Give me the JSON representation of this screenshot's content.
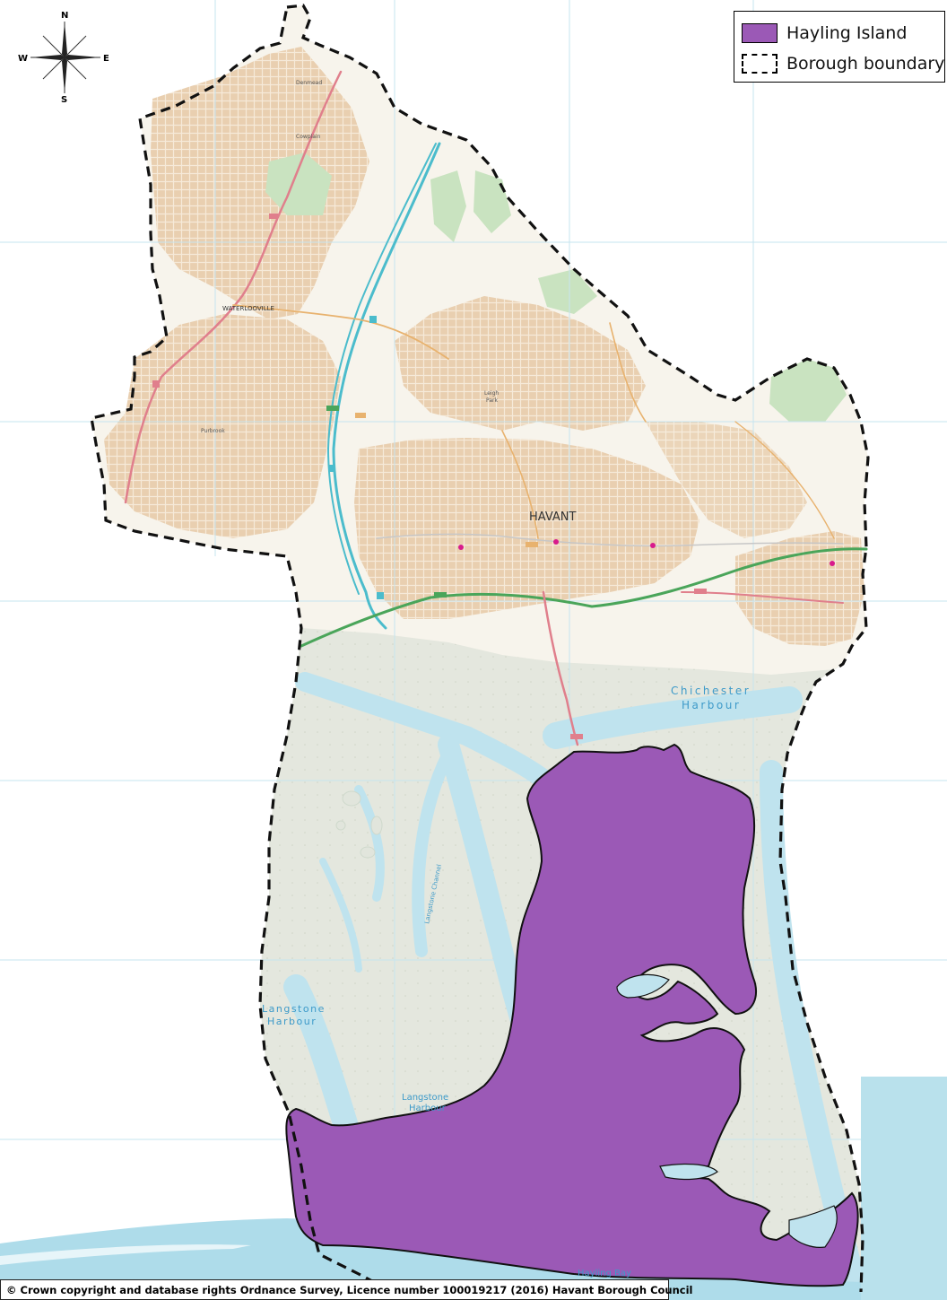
{
  "legend": {
    "items": [
      {
        "label": "Hayling Island",
        "swatch": "fill",
        "color": "#9b59b6"
      },
      {
        "label": "Borough boundary",
        "swatch": "dash",
        "color": "#000000"
      }
    ]
  },
  "compass": {
    "n": "N",
    "s": "S",
    "e": "E",
    "w": "W"
  },
  "places": {
    "havant": "HAVANT",
    "waterlooville": "WATERLOOVILLE",
    "chichester_harbour_1": "Chichester",
    "chichester_harbour_2": "Harbour",
    "langstone_harbour_west_1": "Langstone",
    "langstone_harbour_west_2": "Harbour",
    "langstone_harbour_inner_1": "Langstone",
    "langstone_harbour_inner_2": "Harbour",
    "hayling_bay": "Hayling Bay",
    "langstone_channel": "Langstone Channel",
    "leigh_park_1": "Leigh",
    "leigh_park_2": "Park",
    "purbrook": "Purbrook",
    "cowplain": "Cowplain",
    "denmead": "Denmead"
  },
  "colors": {
    "urban": "#e6c9a8",
    "land": "#f7f4ec",
    "mudflat": "#e3e6dd",
    "water": "#bfe3ee",
    "sea": "#aedcea",
    "hayling": "#9b59b6",
    "motorway": "#4bbccc",
    "aroad": "#e07f8c",
    "bypass": "#4aa55a",
    "green": "#c9e3c0"
  },
  "copyright": "© Crown copyright and database rights Ordnance Survey, Licence number 100019217 (2016) Havant Borough Council"
}
